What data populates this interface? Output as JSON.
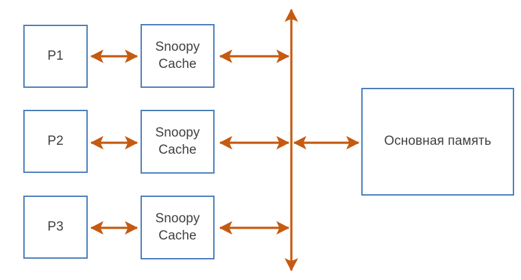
{
  "diagram": {
    "title": "Snoopy cache coherence bus diagram",
    "colors": {
      "box_border": "#4A7EBB",
      "arrow": "#C55A11",
      "text": "#3f3f3f",
      "background": "#ffffff"
    },
    "processors": [
      {
        "id": "p1",
        "label": "P1"
      },
      {
        "id": "p2",
        "label": "P2"
      },
      {
        "id": "p3",
        "label": "P3"
      }
    ],
    "caches": [
      {
        "id": "cache1",
        "label": "Snoopy\nCache"
      },
      {
        "id": "cache2",
        "label": "Snoopy\nCache"
      },
      {
        "id": "cache3",
        "label": "Snoopy\nCache"
      }
    ],
    "memory": {
      "id": "main-memory",
      "label": "Основная память"
    },
    "bus": {
      "id": "system-bus",
      "orientation": "vertical",
      "double_headed": true
    },
    "connections": [
      {
        "from": "p1",
        "to": "cache1",
        "style": "double-arrow"
      },
      {
        "from": "cache1",
        "to": "system-bus",
        "style": "double-arrow"
      },
      {
        "from": "p2",
        "to": "cache2",
        "style": "double-arrow"
      },
      {
        "from": "cache2",
        "to": "system-bus",
        "style": "double-arrow"
      },
      {
        "from": "p3",
        "to": "cache3",
        "style": "double-arrow"
      },
      {
        "from": "cache3",
        "to": "system-bus",
        "style": "double-arrow"
      },
      {
        "from": "system-bus",
        "to": "main-memory",
        "style": "double-arrow"
      }
    ]
  }
}
